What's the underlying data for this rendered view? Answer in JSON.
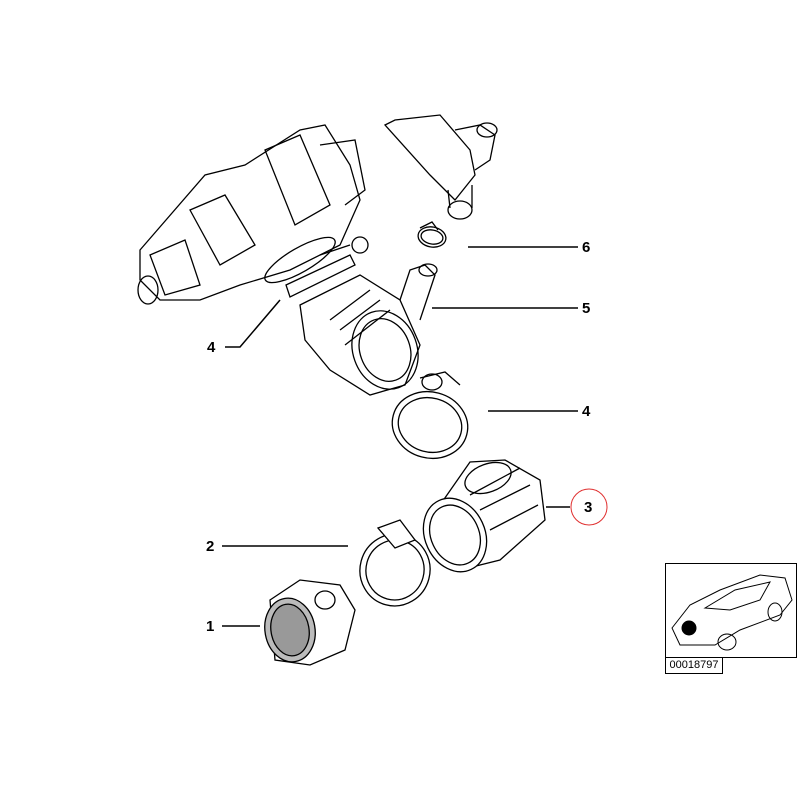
{
  "callouts": [
    {
      "number": "6",
      "part": "hose-clamp-small"
    },
    {
      "number": "5",
      "part": "intake-boot"
    },
    {
      "number": "4",
      "part": "hose-clamp-right"
    },
    {
      "number": "4",
      "part": "hose-clamp-left"
    },
    {
      "number": "3",
      "part": "intake-boot-mass-airflow",
      "highlighted": true
    },
    {
      "number": "2",
      "part": "hose-clamp"
    },
    {
      "number": "1",
      "part": "mass-air-flow-sensor"
    }
  ],
  "inset": {
    "part_number": "00018797"
  },
  "colors": {
    "line": "#000000",
    "highlight": "#e03030",
    "marker": "#000000"
  }
}
